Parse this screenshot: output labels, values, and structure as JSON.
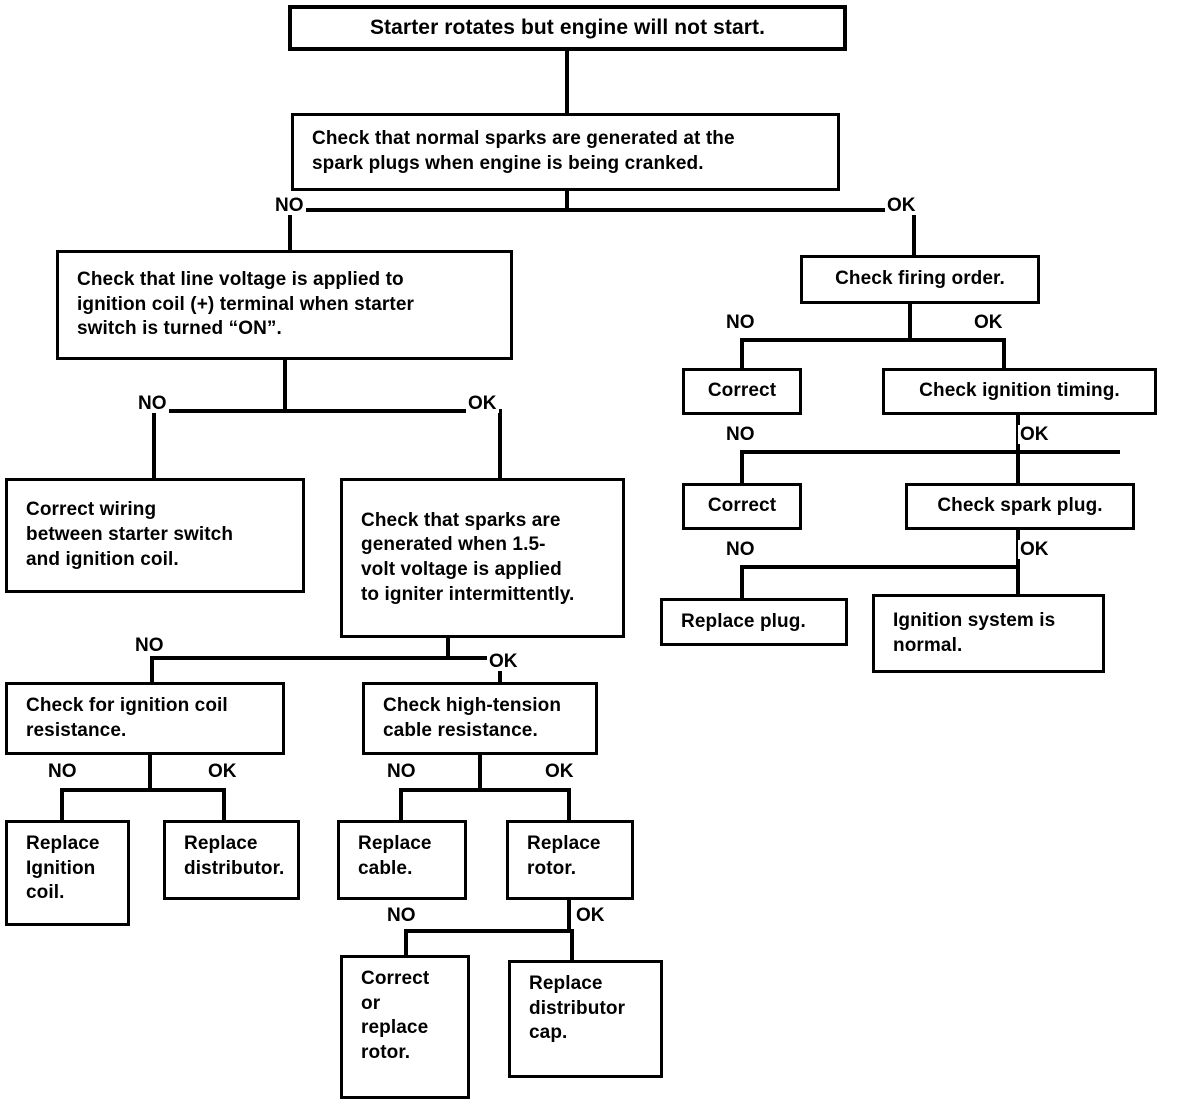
{
  "diagram": {
    "title": "Starter rotates but engine will not start.",
    "branch_labels": {
      "no": "NO",
      "ok": "OK"
    },
    "colors": {
      "line": "#000000",
      "box_fill": "#ffffff",
      "text": "#000000"
    },
    "nodes": {
      "root": "Starter rotates but engine will not start.",
      "check_sparks_cranked": "Check that normal sparks are generated at the\nspark plugs when engine is being cranked.",
      "check_line_voltage": "Check that line voltage is applied to\nignition coil (+) terminal when starter\nswitch is turned “ON”.",
      "check_firing_order": "Check firing order.",
      "correct_firing_order": "Correct",
      "check_ignition_timing": "Check ignition timing.",
      "correct_timing": "Correct",
      "check_spark_plug": "Check spark plug.",
      "replace_plug": "Replace plug.",
      "ignition_system_normal": "Ignition system is\nnormal.",
      "correct_wiring": "Correct wiring\nbetween starter switch\nand ignition coil.",
      "check_sparks_igniter": "Check that sparks are\ngenerated when 1.5-\nvolt voltage is applied\nto igniter intermittently.",
      "check_coil_resistance": "Check for ignition coil\nresistance.",
      "check_cable_resistance": "Check high-tension\ncable resistance.",
      "replace_ignition_coil": "Replace\nIgnition\ncoil.",
      "replace_distributor": "Replace\ndistributor.",
      "replace_cable": "Replace\ncable.",
      "replace_rotor": "Replace\nrotor.",
      "correct_or_replace_rotor": "Correct\nor\nreplace\nrotor.",
      "replace_distributor_cap": "Replace\ndistributor\ncap."
    },
    "edge_labels": {
      "sparks_no": "NO",
      "sparks_ok": "OK",
      "line_voltage_no": "NO",
      "line_voltage_ok": "OK",
      "firing_order_no": "NO",
      "firing_order_ok": "OK",
      "timing_no": "NO",
      "timing_ok": "OK",
      "spark_plug_no": "NO",
      "spark_plug_ok": "OK",
      "igniter_no": "NO",
      "igniter_ok": "OK",
      "coil_res_no": "NO",
      "coil_res_ok": "OK",
      "cable_res_no": "NO",
      "cable_res_ok": "OK",
      "rotor_no": "NO",
      "rotor_ok": "OK"
    }
  }
}
